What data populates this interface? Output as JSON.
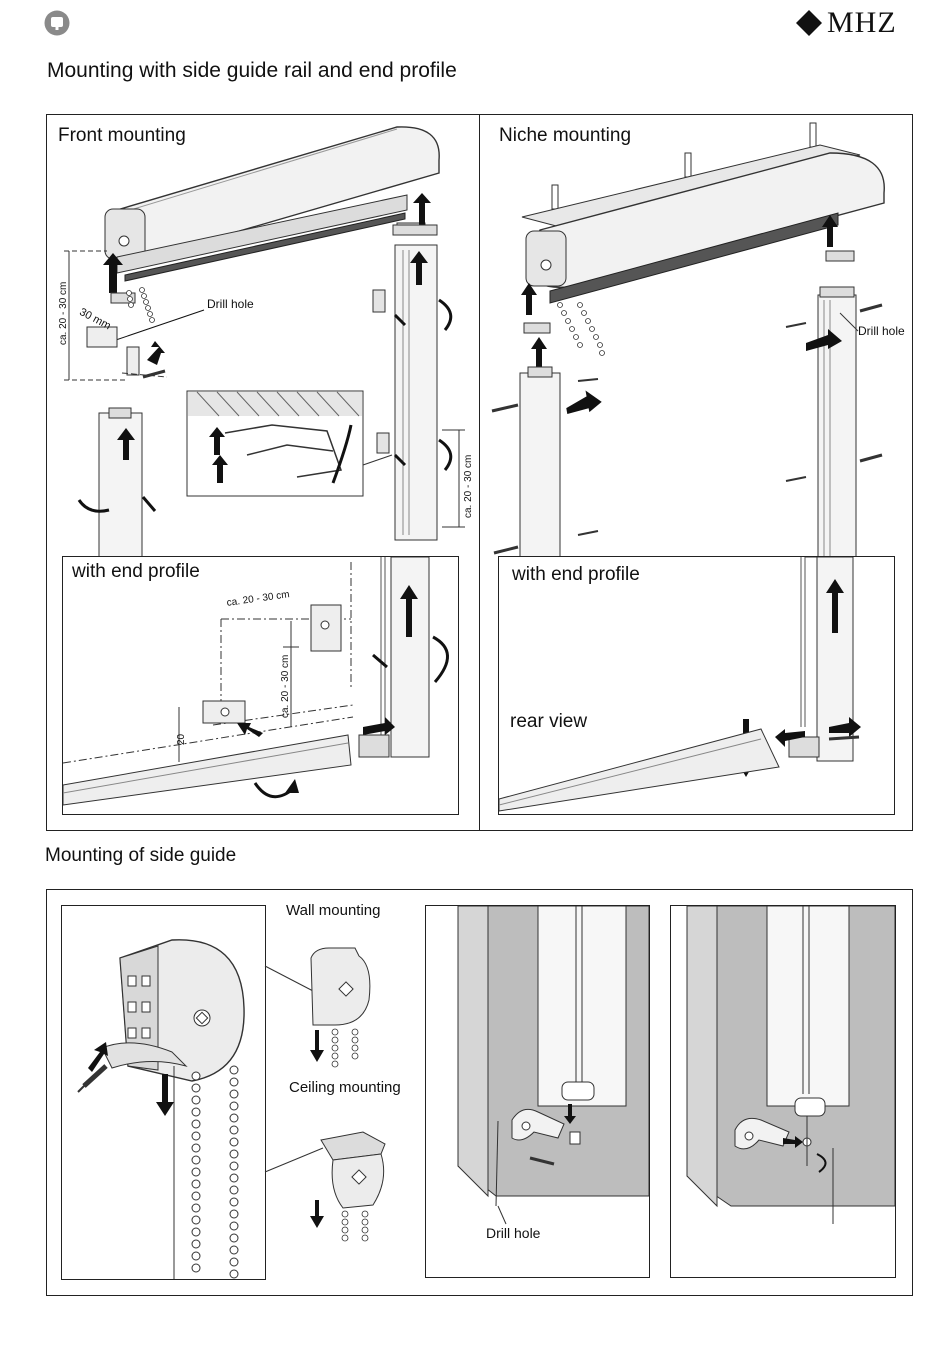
{
  "header": {
    "brand": "MHZ",
    "title": "Mounting with side guide rail and end profile"
  },
  "top_section": {
    "front": {
      "title": "Front mounting",
      "drill_hole": "Drill hole",
      "dim_30mm": "30 mm",
      "dim_side_left": "ca. 20 - 30 cm",
      "dim_side_right": "ca. 20 - 30 cm",
      "inset": {
        "title": "with end profile",
        "dim_horizontal": "ca. 20 - 30 cm",
        "dim_vertical": "ca. 20 - 30 cm",
        "dim_20": "20"
      }
    },
    "niche": {
      "title": "Niche mounting",
      "drill_hole": "Drill hole",
      "inset": {
        "title": "with end profile",
        "rear_view": "rear view"
      }
    }
  },
  "side_guide": {
    "title": "Mounting of side guide",
    "wall_mounting": "Wall mounting",
    "ceiling_mounting": "Ceiling mounting",
    "drill_hole": "Drill hole"
  }
}
